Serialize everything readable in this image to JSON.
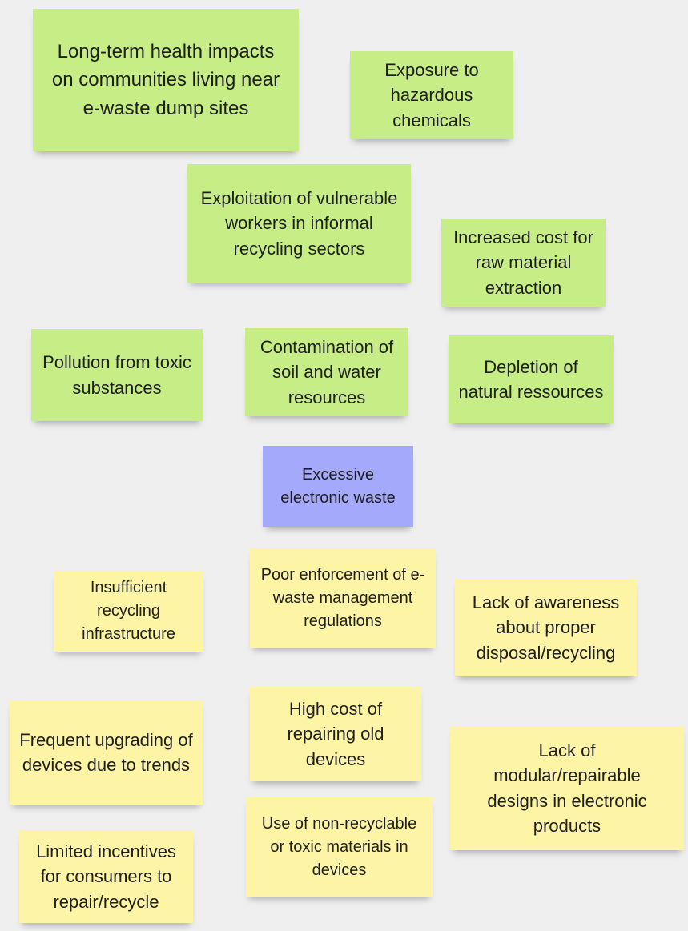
{
  "colors": {
    "background": "#efefef",
    "effect_note": "#c7ee86",
    "problem_note": "#a5a9fc",
    "cause_note": "#fdf4a5"
  },
  "effects": {
    "long_term_health": "Long-term health impacts on communities living near e-waste dump sites",
    "exposure_chemicals": "Exposure to hazardous chemicals",
    "exploitation_workers": "Exploitation of vulnerable workers in informal recycling sectors",
    "increased_cost": "Increased cost for raw material extraction",
    "pollution_toxic": "Pollution from toxic substances",
    "contamination": "Contamination of soil and water resources",
    "depletion": "Depletion of natural ressources"
  },
  "problem": {
    "core": "Excessive electronic waste"
  },
  "causes": {
    "insufficient_infrastructure": "Insufficient recycling infrastructure",
    "poor_enforcement": "Poor enforcement of e-waste management regulations",
    "lack_awareness": "Lack of awareness about proper disposal/recycling",
    "frequent_upgrading": "Frequent upgrading of devices due to trends",
    "high_cost_repair": "High cost of repairing old devices",
    "lack_modular": "Lack of modular/repairable designs in electronic products",
    "limited_incentives": "Limited incentives for consumers to repair/recycle",
    "non_recyclable": "Use of non-recyclable or toxic materials in devices"
  }
}
